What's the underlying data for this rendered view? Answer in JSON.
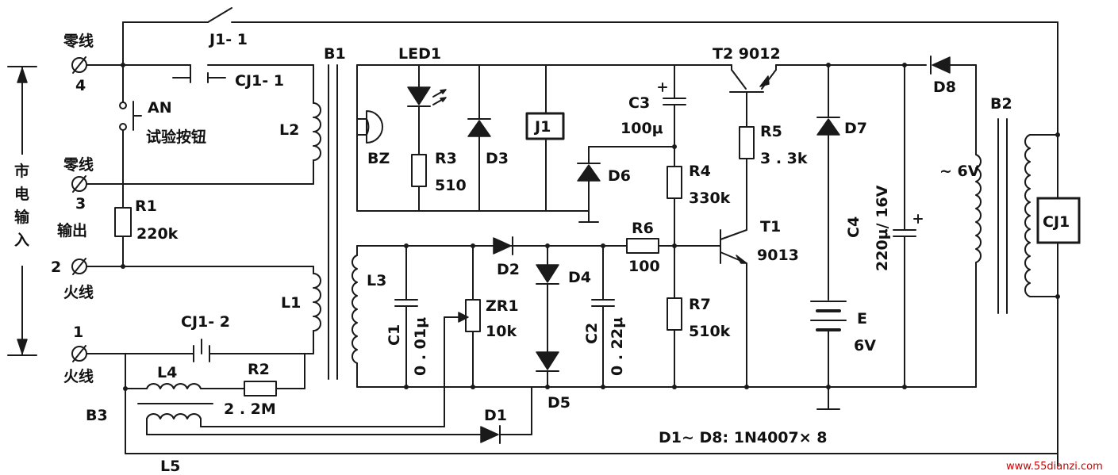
{
  "labels": {
    "mains_input": [
      "市",
      "电",
      "输",
      "入"
    ],
    "t4_name": "零线",
    "t4_num": "4",
    "t3_name": "零线",
    "t3_num": "3",
    "t3_sub": "输出",
    "t2_num": "2",
    "t2_name": "火线",
    "t1_num": "1",
    "t1_name": "火线",
    "j1_1": "J1- 1",
    "cj1_1": "CJ1- 1",
    "an": "AN",
    "an_desc": "试验按钮",
    "l2": "L2",
    "r1": "R1",
    "r1_val": "220k",
    "l1": "L1",
    "cj1_2": "CJ1- 2",
    "l4": "L4",
    "r2": "R2",
    "r2_val": "2 . 2M",
    "b3": "B3",
    "l5": "L5",
    "b1": "B1",
    "led1": "LED1",
    "bz": "BZ",
    "r3": "R3",
    "r3_val": "510",
    "d3": "D3",
    "j1": "J1",
    "d6": "D6",
    "c3": "C3",
    "c3_val": "100μ",
    "r4": "R4",
    "r4_val": "330k",
    "t2": "T2 9012",
    "r5": "R5",
    "r5_val": "3 . 3k",
    "d7": "D7",
    "t1": "T1",
    "t1_val": "9013",
    "l3": "L3",
    "c1": "C1",
    "c1_val": "0 . 01μ",
    "d2": "D2",
    "zr1": "ZR1",
    "zr1_val": "10k",
    "d4": "D4",
    "c2": "C2",
    "c2_val": "0 . 22μ",
    "r6": "R6",
    "r6_val": "100",
    "r7": "R7",
    "r7_val": "510k",
    "e": "E",
    "e_val": "6V",
    "c4": "C4",
    "c4_val": "220μ/ 16V",
    "d8": "D8",
    "v6": "~ 6V",
    "b2": "B2",
    "cj1": "CJ1",
    "d5": "D5",
    "d1": "D1",
    "diodes_note": "D1~ D8: 1N4007× 8",
    "watermark": "www.55dianzi.com"
  }
}
